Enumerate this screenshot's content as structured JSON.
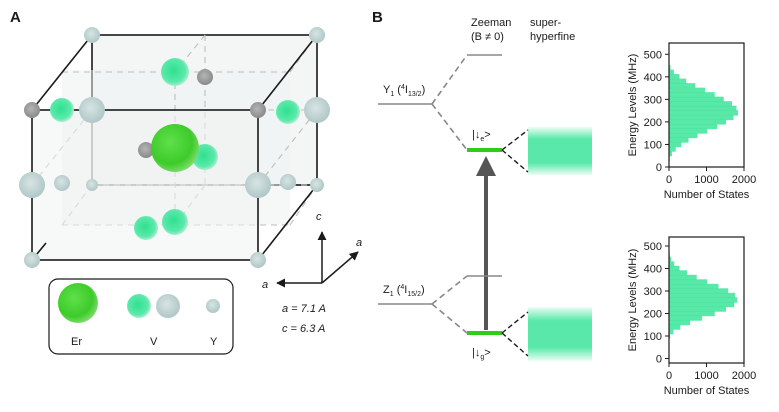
{
  "panel_a": {
    "label": "A",
    "axis_c": "c",
    "axis_a_right": "a",
    "axis_a_left": "a",
    "params": {
      "a_label": "a",
      "a_value": " = 7.1 A",
      "c_label": "c",
      "c_value": " = 6.3 A"
    },
    "legend": {
      "er": "Er",
      "v": "V",
      "y": "Y"
    },
    "colors": {
      "er": "#3ecb2a",
      "v": "#48e6a0",
      "y": "#c4d6d6",
      "gray": "#9c9c9c"
    }
  },
  "panel_b": {
    "label": "B",
    "zeeman_title": "Zeeman",
    "zeeman_sub": "(B ≠ 0)",
    "superhyperfine_1": "super-",
    "superhyperfine_2": "hyperfine",
    "upper_state": {
      "main": "Y",
      "sub": "1",
      "term_open": " (",
      "term_sup": "4",
      "term_main": "I",
      "term_sub": "13/2",
      "term_close": ")"
    },
    "lower_state": {
      "main": "Z",
      "sub": "1",
      "term_open": " (",
      "term_sup": "4",
      "term_main": "I",
      "term_sub": "15/2",
      "term_close": ")"
    },
    "ket_upper": {
      "open": "|↓",
      "sub": "e",
      "close": ">"
    },
    "ket_lower": {
      "open": "|↓",
      "sub": "g",
      "close": ">"
    },
    "colors": {
      "level_green": "#2fcc1a",
      "hist": "#48e6a0",
      "arrow": "#555555"
    }
  },
  "chart_data": [
    {
      "type": "bar",
      "orientation": "horizontal",
      "xlabel": "Number of States",
      "ylabel": "Energy Levels (MHz)",
      "xlim": [
        0,
        2000
      ],
      "ylim": [
        0,
        550
      ],
      "xticks": [
        0,
        1000,
        2000
      ],
      "yticks": [
        0,
        100,
        200,
        300,
        400,
        500
      ],
      "bins": [
        40,
        60,
        80,
        100,
        120,
        140,
        160,
        180,
        200,
        220,
        240,
        260,
        280,
        300,
        320,
        340,
        360,
        380,
        400,
        420,
        440
      ],
      "values": [
        20,
        80,
        180,
        330,
        520,
        760,
        1020,
        1280,
        1520,
        1720,
        1840,
        1800,
        1680,
        1460,
        1220,
        960,
        700,
        460,
        280,
        130,
        40
      ]
    },
    {
      "type": "bar",
      "orientation": "horizontal",
      "xlabel": "Number of States",
      "ylabel": "Energy Levels (MHz)",
      "xlim": [
        0,
        2000
      ],
      "ylim": [
        -20,
        540
      ],
      "xticks": [
        0,
        1000,
        2000
      ],
      "yticks": [
        0,
        100,
        200,
        300,
        400,
        500
      ],
      "bins": [
        100,
        120,
        140,
        160,
        180,
        200,
        220,
        240,
        260,
        280,
        300,
        320,
        340,
        360,
        380,
        400,
        420,
        440,
        460
      ],
      "values": [
        30,
        120,
        300,
        560,
        880,
        1220,
        1520,
        1740,
        1820,
        1760,
        1580,
        1320,
        1020,
        740,
        480,
        280,
        140,
        60,
        20
      ]
    }
  ]
}
